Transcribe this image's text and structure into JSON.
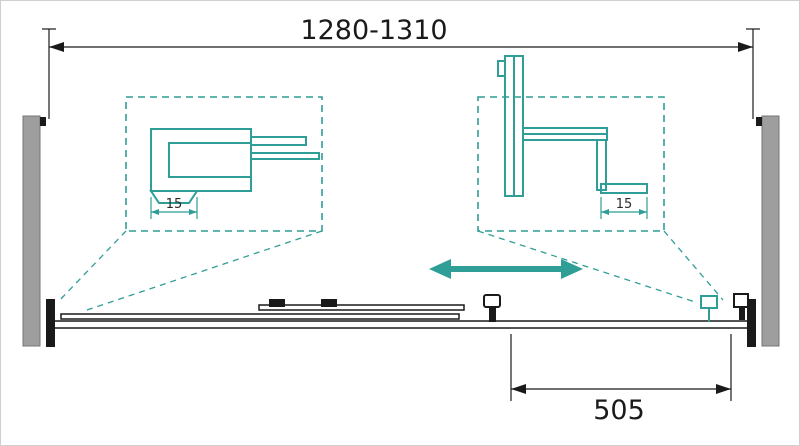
{
  "drawing": {
    "type": "technical-drawing",
    "subject": "sliding-shower-door-top-view",
    "overall_width_label": "1280-1310",
    "door_width_label": "505",
    "left_detail_label": "15",
    "right_detail_label": "15"
  },
  "colors": {
    "accent_teal": "#2f9e96",
    "wall_gray": "#9e9e9e",
    "line_black": "#1a1a1a",
    "background": "#ffffff"
  },
  "icons": {
    "slide_direction_arrow": "double-headed-horizontal-arrow",
    "dimension_arrows": "filled-triangle-arrowheads"
  }
}
